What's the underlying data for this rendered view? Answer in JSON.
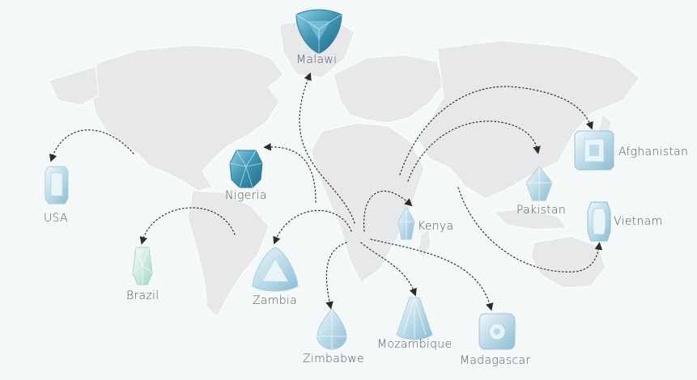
{
  "colors": {
    "background": "#f5f8f9",
    "land": "#e6e8ea",
    "border": "#ffffff",
    "arrow": "#2b2b2b",
    "label": "#555a5e",
    "gem_light": "#dcecf4",
    "gem_mid": "#a9cfe0",
    "gem_dark": "#4f97b6",
    "gem_deep": "#2f7e9c",
    "gem_green": "#d9efe8"
  },
  "locations": {
    "malawi": "Malawi",
    "afghanistan": "Afghanistan",
    "usa": "USA",
    "nigeria": "Nigeria",
    "pakistan": "Pakistan",
    "kenya": "Kenya",
    "vietnam": "Vietnam",
    "brazil": "Brazil",
    "zambia": "Zambia",
    "zimbabwe": "Zimbabwe",
    "mozambique": "Mozambique",
    "madagascar": "Madagascar"
  },
  "gems": {
    "malawi": "trillion-gem-icon",
    "afghanistan": "square-emerald-cut-gem-icon",
    "usa": "emerald-cut-gem-icon",
    "nigeria": "oval-gem-icon",
    "pakistan": "kite-gem-icon",
    "kenya": "kite-gem-icon",
    "vietnam": "elongated-hexagon-gem-icon",
    "brazil": "shield-gem-icon",
    "zambia": "trillion-gem-icon",
    "zimbabwe": "pear-gem-icon",
    "mozambique": "fan-gem-icon",
    "madagascar": "cushion-gem-icon"
  }
}
